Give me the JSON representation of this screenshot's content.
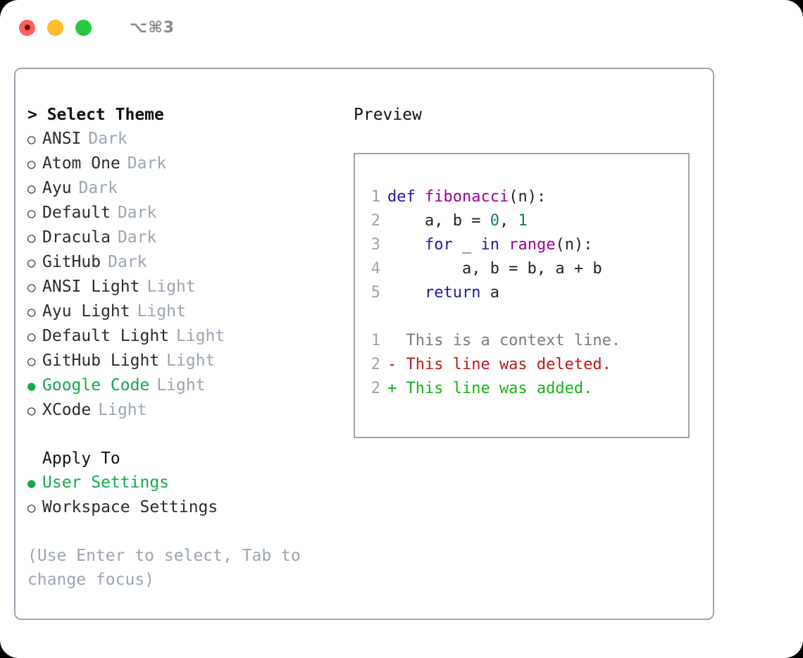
{
  "titlebar": {
    "shortcut": "⌥⌘3",
    "buttons": [
      "close",
      "minimize",
      "maximize"
    ]
  },
  "theme_selector": {
    "header": "> Select Theme",
    "options": [
      {
        "marker": "○",
        "label": "ANSI",
        "tag": "Dark",
        "selected": false
      },
      {
        "marker": "○",
        "label": "Atom One",
        "tag": "Dark",
        "selected": false
      },
      {
        "marker": "○",
        "label": "Ayu",
        "tag": "Dark",
        "selected": false
      },
      {
        "marker": "○",
        "label": "Default",
        "tag": "Dark",
        "selected": false
      },
      {
        "marker": "○",
        "label": "Dracula",
        "tag": "Dark",
        "selected": false
      },
      {
        "marker": "○",
        "label": "GitHub",
        "tag": "Dark",
        "selected": false
      },
      {
        "marker": "○",
        "label": "ANSI Light",
        "tag": "Light",
        "selected": false
      },
      {
        "marker": "○",
        "label": "Ayu Light",
        "tag": "Light",
        "selected": false
      },
      {
        "marker": "○",
        "label": "Default Light",
        "tag": "Light",
        "selected": false
      },
      {
        "marker": "○",
        "label": "GitHub Light",
        "tag": "Light",
        "selected": false
      },
      {
        "marker": "●",
        "label": "Google Code",
        "tag": "Light",
        "selected": true
      },
      {
        "marker": "○",
        "label": "XCode",
        "tag": "Light",
        "selected": false
      }
    ]
  },
  "apply_to": {
    "header": "Apply To",
    "options": [
      {
        "marker": "●",
        "label": "User Settings",
        "selected": true
      },
      {
        "marker": "○",
        "label": "Workspace Settings",
        "selected": false
      }
    ]
  },
  "hint": "(Use Enter to select, Tab to change focus)",
  "preview": {
    "title": "Preview",
    "code_lines": [
      {
        "no": "1",
        "tokens": [
          {
            "t": "def ",
            "c": "tok-kw"
          },
          {
            "t": "fibonacci",
            "c": "tok-fn"
          },
          {
            "t": "(n):",
            "c": "tok-plain"
          }
        ]
      },
      {
        "no": "2",
        "tokens": [
          {
            "t": "    a, b = ",
            "c": "tok-plain"
          },
          {
            "t": "0",
            "c": "tok-num"
          },
          {
            "t": ", ",
            "c": "tok-plain"
          },
          {
            "t": "1",
            "c": "tok-num"
          }
        ]
      },
      {
        "no": "3",
        "tokens": [
          {
            "t": "    ",
            "c": "tok-plain"
          },
          {
            "t": "for",
            "c": "tok-kw"
          },
          {
            "t": " _ ",
            "c": "tok-plain"
          },
          {
            "t": "in",
            "c": "tok-kw"
          },
          {
            "t": " ",
            "c": "tok-plain"
          },
          {
            "t": "range",
            "c": "tok-fn"
          },
          {
            "t": "(n):",
            "c": "tok-plain"
          }
        ]
      },
      {
        "no": "4",
        "tokens": [
          {
            "t": "        a, b = b, a + b",
            "c": "tok-plain"
          }
        ]
      },
      {
        "no": "5",
        "tokens": [
          {
            "t": "    ",
            "c": "tok-plain"
          },
          {
            "t": "return",
            "c": "tok-kw"
          },
          {
            "t": " a",
            "c": "tok-plain"
          }
        ]
      }
    ],
    "diff_lines": [
      {
        "no": "1",
        "text": "  This is a context line.",
        "kind": "diff-ctx"
      },
      {
        "no": "2",
        "text": "- This line was deleted.",
        "kind": "diff-del"
      },
      {
        "no": "2",
        "text": "+ This line was added.",
        "kind": "diff-add"
      }
    ]
  },
  "colors": {
    "accent_green": "#18a84b",
    "muted": "#9aa5b1",
    "border": "#9aa5b1",
    "keyword": "#1a1aa6",
    "function": "#990099",
    "number": "#0d7c7c",
    "diff_added": "#16b416",
    "diff_deleted": "#c01818",
    "traffic_red": "#ff6058",
    "traffic_yellow": "#ffbd2e",
    "traffic_green": "#28c93f"
  }
}
